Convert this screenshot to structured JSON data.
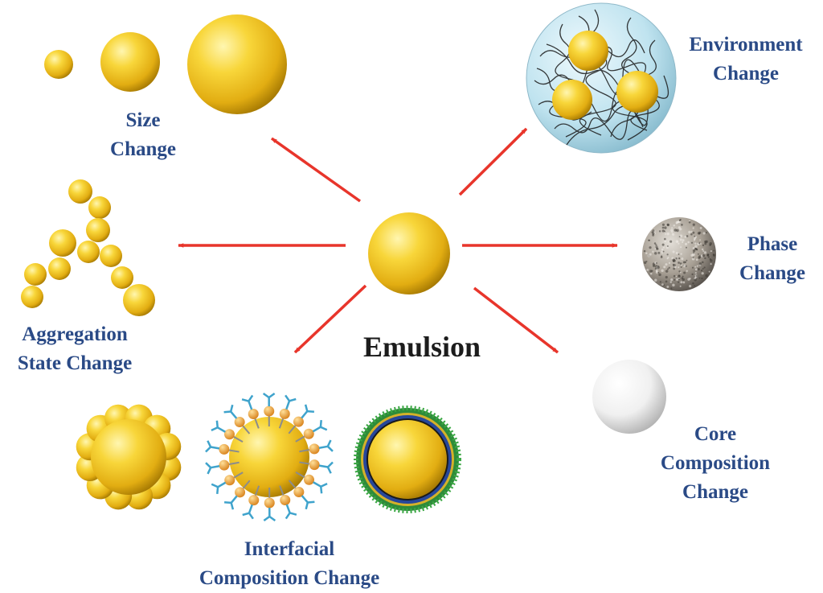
{
  "center": {
    "label": "Emulsion"
  },
  "labels": {
    "size": [
      "Size",
      "Change"
    ],
    "environment": [
      "Environment",
      "Change"
    ],
    "aggregation": [
      "Aggregation",
      "State Change"
    ],
    "phase": [
      "Phase",
      "Change"
    ],
    "interfacial": [
      "Interfacial",
      "Composition Change"
    ],
    "core": [
      "Core",
      "Composition",
      "Change"
    ]
  },
  "colors": {
    "arrow": "#e8352b",
    "label": "#2a4a86",
    "droplet_light": "#fff6b0",
    "droplet_mid": "#f5c829",
    "droplet_dark": "#a87a00",
    "shell": "#bfe3ef",
    "surfactant_head": "#e8951a",
    "surfactant_tail": "#3fa3cc",
    "membrane_green": "#2e8b3a",
    "membrane_blue": "#27479a"
  }
}
